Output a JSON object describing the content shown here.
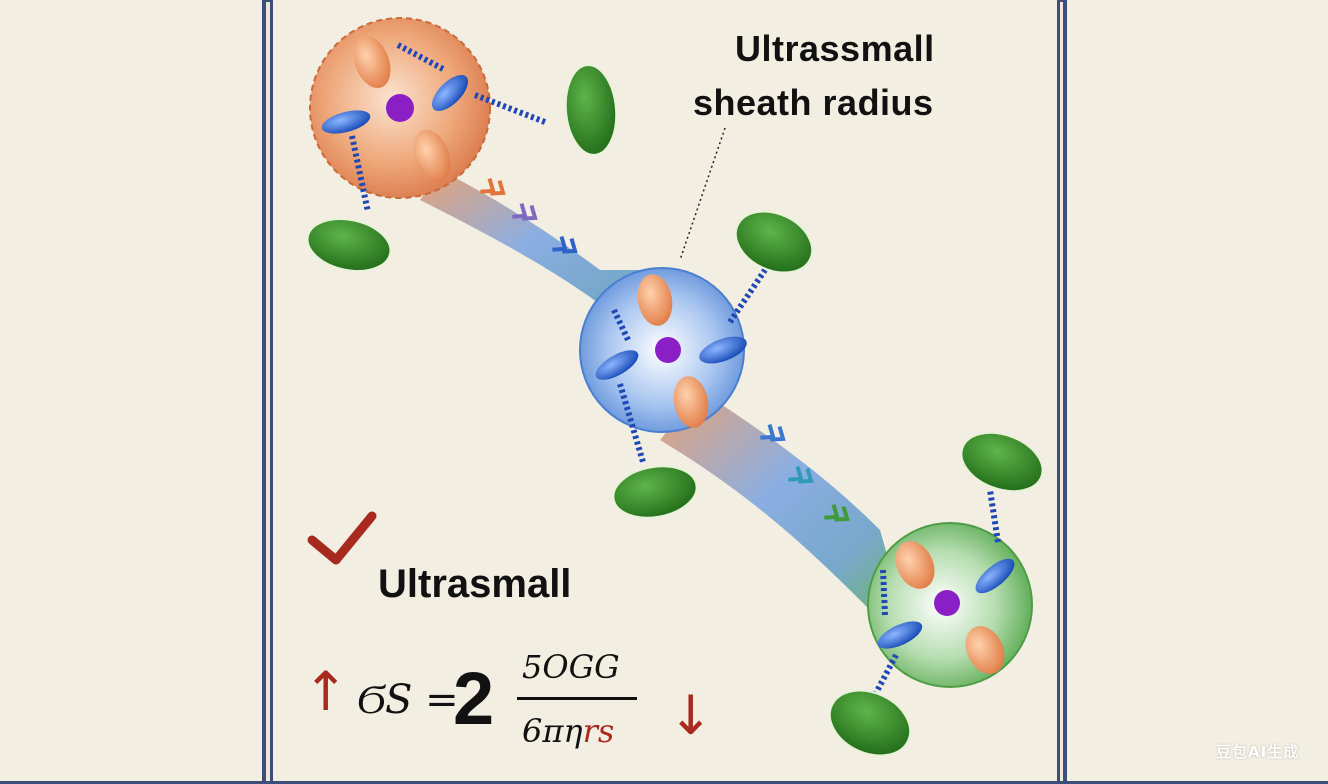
{
  "annotation": {
    "line1": "Ultrassmall",
    "line2": "sheath  radius"
  },
  "check_label": "Ultrasmall",
  "equation": {
    "up_arrow": "↑",
    "lhs": "ϬS =",
    "coefficient": "2",
    "numerator": "5OGG",
    "denominator_main": "6πη",
    "denominator_rs": "rs",
    "down_arrow": "↓"
  },
  "watermark": "豆包AI生成",
  "colors": {
    "orange_sphere": "#e59a6a",
    "blue_sphere": "#5d8fd6",
    "green_sphere": "#6fb865",
    "green_disc": "#2f7f23",
    "blue_ellipse": "#1f5ec8",
    "nucleus": "#8b1fc6",
    "frame": "#3c4f78",
    "check_mark": "#a82a1e"
  }
}
